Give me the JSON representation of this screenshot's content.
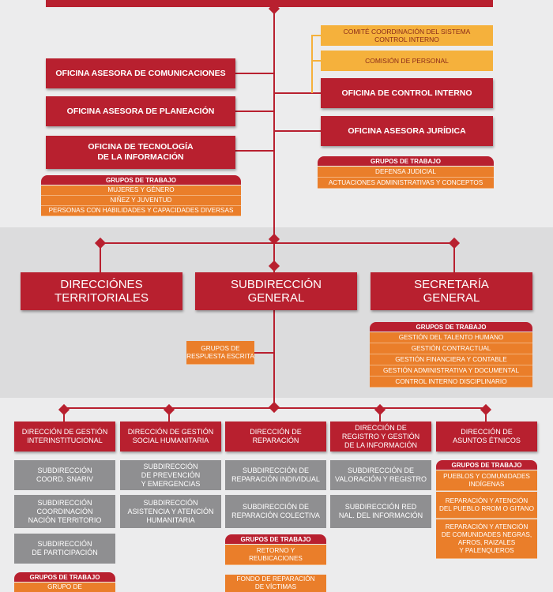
{
  "top": {
    "committees": [
      "COMITÉ COORDINACIÓN DEL SISTEMA\nCONTROL INTERNO",
      "COMISIÓN DE PERSONAL"
    ],
    "left_offices": [
      "OFICINA ASESORA DE COMUNICACIONES",
      "OFICINA ASESORA DE PLANEACIÓN",
      "OFICINA DE TECNOLOGÍA\nDE LA INFORMACIÓN"
    ],
    "right_offices": [
      "OFICINA DE CONTROL INTERNO",
      "OFICINA ASESORA JURÍDICA"
    ],
    "left_groups": {
      "header": "GRUPOS DE TRABAJO",
      "items": [
        "MUJERES Y GÉNERO",
        "NIÑEZ Y JUVENTUD",
        "PERSONAS CON HABILIDADES Y CAPACIDADES DIVERSAS"
      ]
    },
    "right_groups": {
      "header": "GRUPOS DE TRABAJO",
      "items": [
        "DEFENSA JUDICIAL",
        "ACTUACIONES ADMINISTRATIVAS Y CONCEPTOS"
      ]
    }
  },
  "middle": {
    "units": [
      "DIRECCIÓNES\nTERRITORIALES",
      "SUBDIRECCIÓN\nGENERAL",
      "SECRETARÍA\nGENERAL"
    ],
    "response_group": "GRUPOS DE\nRESPUESTA ESCRITA",
    "secretaria_groups": {
      "header": "GRUPOS DE TRABAJO",
      "items": [
        "GESTIÓN DEL TALENTO HUMANO",
        "GESTIÓN CONTRACTUAL",
        "GESTIÓN FINANCIERA Y CONTABLE",
        "GESTIÓN ADMINISTRATIVA Y DOCUMENTAL",
        "CONTROL INTERNO DISCIPLINARIO"
      ]
    }
  },
  "bottom": {
    "directions": [
      "DIRECCIÓN DE GESTIÓN\nINTERINSTITUCIONAL",
      "DIRECCIÓN DE GESTIÓN\nSOCIAL HUMANITARIA",
      "DIRECCIÓN DE\nREPARACIÓN",
      "DIRECCIÓN DE\nREGISTRO Y GESTIÓN\nDE LA INFORMACIÓN",
      "DIRECCIÓN DE\nASUNTOS ÉTNICOS"
    ],
    "col1": {
      "subs": [
        "SUBDIRECCIÓN\nCOORD. SNARIV",
        "SUBDIRECCIÓN\nCOORDINACIÓN\nNACIÓN TERRITORIO",
        "SUBDIRECCIÓN\nDE PARTICIPACIÓN"
      ],
      "header": "GRUPOS DE TRABAJO",
      "items": [
        "GRUPO DE"
      ]
    },
    "col2": {
      "subs": [
        "SUBDIRECCIÓN\nDE PREVENCIÓN\nY EMERGENCIAS",
        "SUBDIRECCIÓN\nASISTENCIA Y ATENCIÓN\nHUMANITARIA"
      ]
    },
    "col3": {
      "subs": [
        "SUBDIRECCIÓN DE\nREPARACIÓN INDIVIDUAL",
        "SUBDIRECCIÓN DE\nREPARACIÓN COLECTIVA"
      ],
      "header": "GRUPOS DE TRABAJO",
      "items": [
        "RETORNO Y\nREUBICACIONES",
        "FONDO DE REPARACIÓN\nDE VÍCTIMAS"
      ]
    },
    "col4": {
      "subs": [
        "SUBDIRECCIÓN DE\nVALORACIÓN Y REGISTRO",
        "SUBDIRECCIÓN RED\nNAL. DEL INFORMACIÓN"
      ]
    },
    "col5": {
      "header": "GRUPOS DE TRABAJO",
      "items": [
        "PUEBLOS Y COMUNIDADES\nINDÍGENAS",
        "REPARACIÓN Y ATENCIÓN\nDEL PUEBLO RROM O GITANO",
        "REPARACIÓN Y ATENCIÓN\nDE COMUNIDADES NEGRAS,\nAFROS, RAIZALES\nY PALENQUEROS"
      ]
    }
  },
  "colors": {
    "red": "#b8202f",
    "orange": "#ea7e2a",
    "yellow": "#f5b13c",
    "gray": "#8f8f91",
    "band": "#dcdcdd",
    "background": "#ececed"
  }
}
